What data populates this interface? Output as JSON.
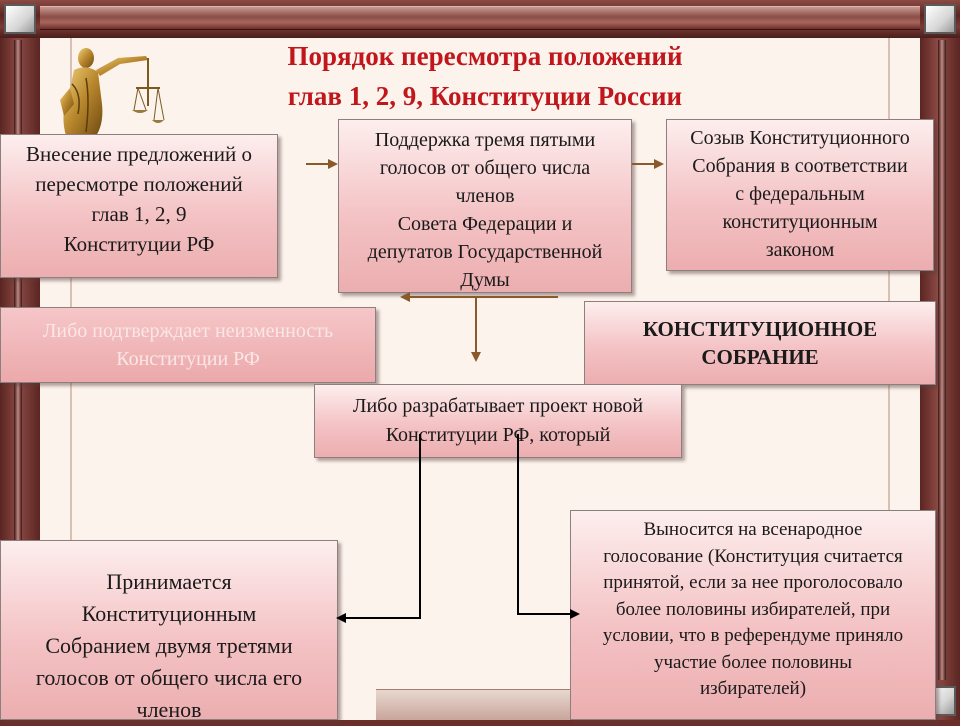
{
  "title": {
    "line1": "Порядок пересмотра положений",
    "line2": "глав 1, 2, 9, Конституции России"
  },
  "boxes": {
    "proposal": [
      "Внесение предложений о",
      "пересмотре положений",
      "глав 1, 2, 9",
      "Конституции РФ"
    ],
    "support": [
      "Поддержка тремя пятыми",
      "голосов от общего числа",
      "членов",
      "Совета Федерации и",
      "депутатов Государственной",
      "Думы"
    ],
    "convocation": [
      "Созыв Конституционного",
      "Собрания в соответствии",
      "с федеральным",
      "конституционным",
      "законом"
    ],
    "confirm": [
      "Либо подтверждает неизменность",
      "Конституции РФ"
    ],
    "assembly": [
      "КОНСТИТУЦИОННОЕ",
      "СОБРАНИЕ"
    ],
    "draft": [
      "Либо разрабатывает проект новой",
      "Конституции РФ, который"
    ],
    "adopted": [
      "Принимается",
      "Конституционным",
      "Собранием двумя третями",
      "голосов от общего числа его",
      "членов"
    ],
    "referendum": [
      "Выносится на всенародное",
      "голосование (Конституция считается",
      "принятой, если за нее проголосовало",
      "более половины избирателей,  при",
      "условии, что в референдуме приняло",
      "участие более половины",
      "избирателей)"
    ]
  },
  "colors": {
    "title": "#c0161c",
    "box_fill": "#f4c3c5",
    "arrow_brown": "#8b5a2b",
    "arrow_black": "#000000",
    "frame": "#6b2f2a",
    "panel": "#fbf3ec"
  },
  "icons": {
    "justice": "themis-statue-icon"
  }
}
